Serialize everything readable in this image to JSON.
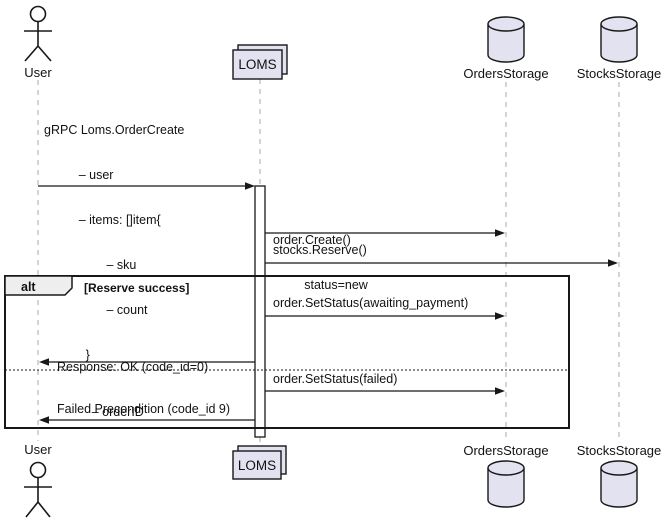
{
  "participants": {
    "user": "User",
    "loms": "LOMS",
    "orders": "OrdersStorage",
    "stocks": "StocksStorage"
  },
  "messages": {
    "create_request": {
      "lines": [
        "gRPC Loms.OrderCreate",
        "          – user",
        "          – items: []item{",
        "                  – sku",
        "                  – count",
        "            }"
      ]
    },
    "order_create": {
      "lines": [
        "order.Create()",
        "         status=new"
      ]
    },
    "stocks_reserve": {
      "label": "stocks.Reserve()"
    },
    "set_status_awaiting": {
      "label": "order.SetStatus(awaiting_payment)"
    },
    "response_ok": {
      "lines": [
        "Response: OK (code_id=0)",
        "          – orderID"
      ]
    },
    "set_status_failed": {
      "label": "order.SetStatus(failed)"
    },
    "failed_precondition": {
      "label": "Failed Precondition (code_id 9)"
    }
  },
  "alt_fragment": {
    "operator": "alt",
    "guard": "[Reserve success]"
  },
  "colors": {
    "participant_fill": "#E2E2F0",
    "border": "#181818",
    "lifeline": "#A8A8A8",
    "alt_label_fill": "#EEEEEE",
    "activation_fill": "#FFFFFF",
    "background": "#FFFFFF"
  }
}
